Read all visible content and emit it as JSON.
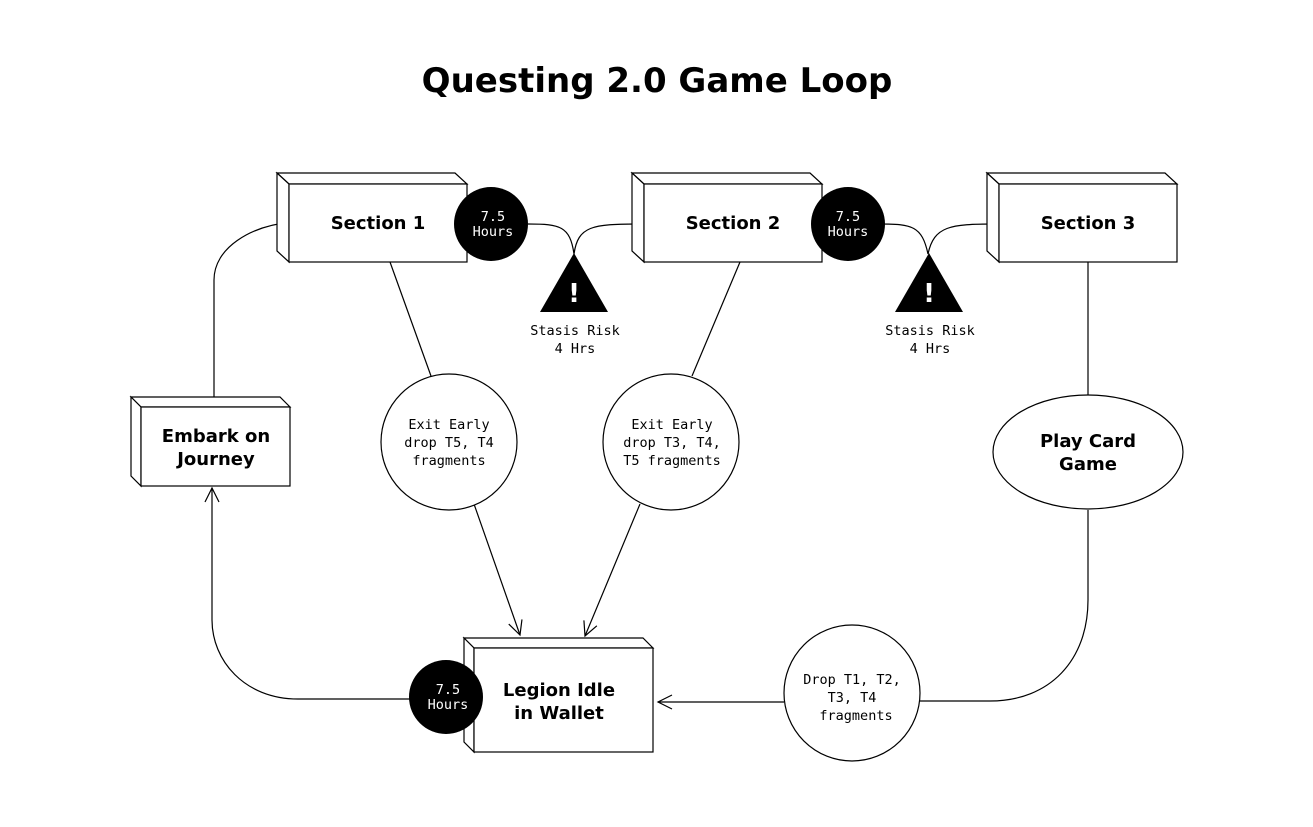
{
  "title": "Questing 2.0 Game Loop",
  "sections": {
    "s1": "Section 1",
    "s2": "Section 2",
    "s3": "Section 3"
  },
  "timers": {
    "t1": [
      "7.5",
      "Hours"
    ],
    "t2": [
      "7.5",
      "Hours"
    ],
    "t3": [
      "7.5",
      "Hours"
    ]
  },
  "warnings": {
    "w1": [
      "Stasis Risk",
      "4 Hrs"
    ],
    "w2": [
      "Stasis Risk",
      "4 Hrs"
    ],
    "glyph": "!"
  },
  "embark": [
    "Embark on",
    "Journey"
  ],
  "legion": [
    "Legion Idle",
    "in Wallet"
  ],
  "play_card": [
    "Play Card",
    "Game"
  ],
  "exit1": [
    "Exit Early",
    "drop T5, T4",
    "fragments"
  ],
  "exit2": [
    "Exit Early",
    "drop T3, T4,",
    "T5 fragments"
  ],
  "drop_all": [
    "Drop T1, T2,",
    "T3, T4",
    "fragments"
  ],
  "colors": {
    "ink": "#000000",
    "paper": "#ffffff"
  }
}
